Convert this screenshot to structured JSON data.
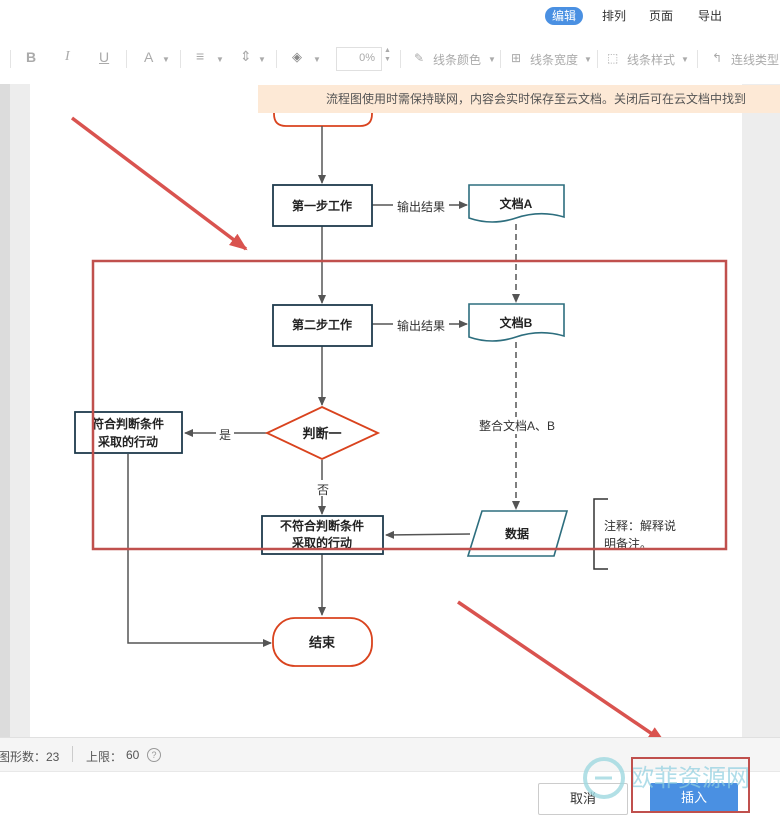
{
  "menu": {
    "items": [
      "编辑",
      "排列",
      "页面",
      "导出"
    ],
    "active_index": 0
  },
  "toolbar": {
    "bold": "B",
    "italic": "I",
    "underline": "U",
    "font_color": "A",
    "opacity_value": "0%",
    "line_color": "线条颜色",
    "line_width": "线条宽度",
    "line_style": "线条样式",
    "connector_type": "连线类型"
  },
  "notice": "流程图使用时需保持联网，内容会实时保存至云文档。关闭后可在云文档中找到",
  "flowchart": {
    "step1": "第一步工作",
    "step2": "第二步工作",
    "output1": "输出结果",
    "output2": "输出结果",
    "doc_a": "文档A",
    "doc_b": "文档B",
    "merge": "整合文档A、B",
    "decision": "判断一",
    "yes": "是",
    "no": "否",
    "meet_line1": "符合判断条件",
    "meet_line2": "采取的行动",
    "notmeet_line1": "不符合判断条件",
    "notmeet_line2": "采取的行动",
    "data": "数据",
    "note_line1": "注释：解释说",
    "note_line2": "明备注。",
    "end": "结束"
  },
  "status": {
    "shape_count_label": "图形数：23",
    "limit_label": "上限：",
    "limit_value": "60",
    "help_icon": "?"
  },
  "buttons": {
    "cancel": "取消",
    "insert": "插入"
  },
  "watermark": "欧菲资源网",
  "colors": {
    "accent": "#4a90e2",
    "annotation": "#c0504d",
    "process_border": "#1f3b4d",
    "doc_border": "#2d6e7e",
    "terminal_border": "#d9431e",
    "notice_bg": "#fde9d6"
  }
}
